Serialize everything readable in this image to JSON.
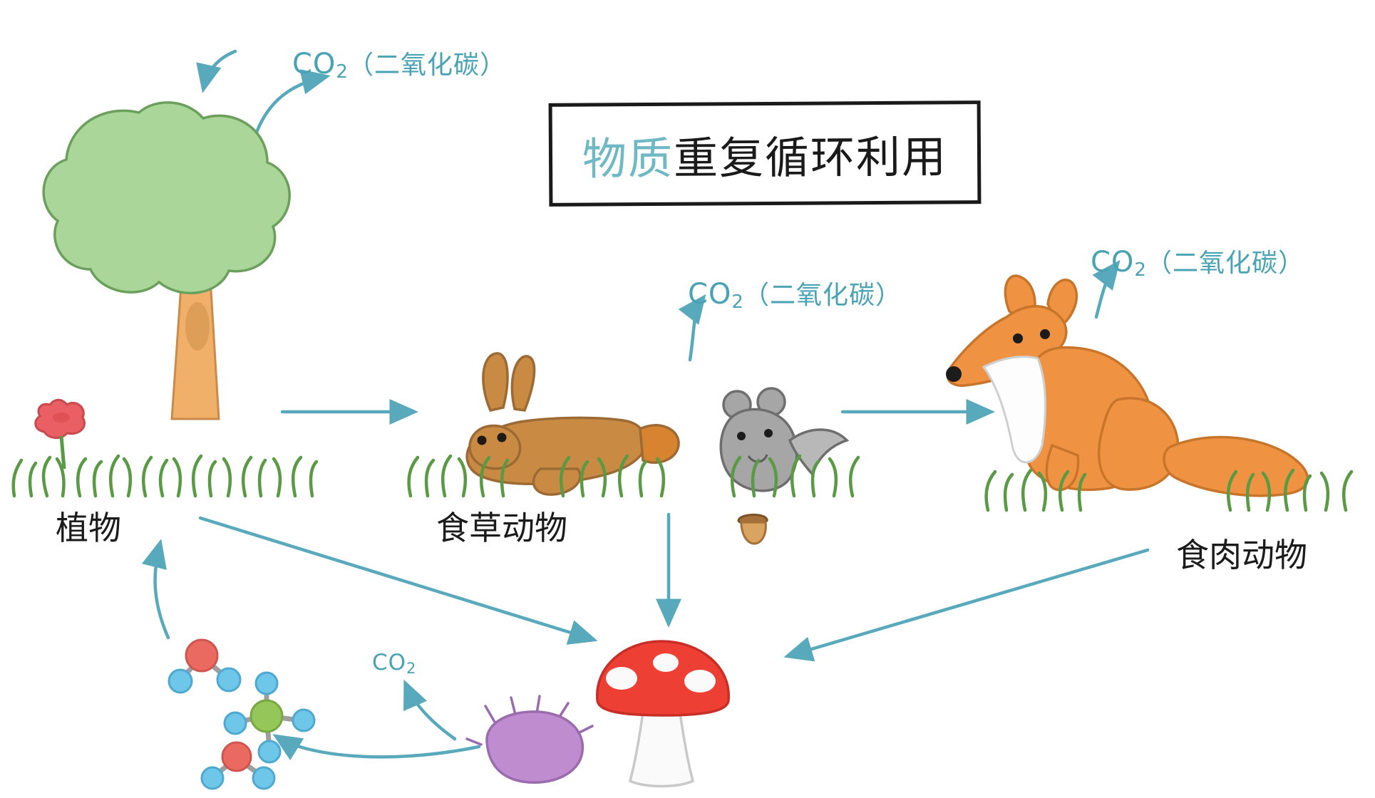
{
  "diagram": {
    "type": "ecosystem-matter-cycle",
    "style": "hand-drawn illustration",
    "background_color": "#ffffff",
    "accent_color": "#4aa3b5",
    "title_highlight_color": "#6fb9c4"
  },
  "title": {
    "highlight": "物质",
    "rest": "重复循环利用",
    "full": "物质重复循环利用"
  },
  "nodes": [
    {
      "id": "plant",
      "label": "植物"
    },
    {
      "id": "herbivore",
      "label": "食草动物"
    },
    {
      "id": "carnivore",
      "label": "食肉动物"
    }
  ],
  "co2_labels": [
    {
      "id": "co2-plant",
      "formula": "CO",
      "sub": "2",
      "chinese": "（二氧化碳）"
    },
    {
      "id": "co2-herbivore",
      "formula": "CO",
      "sub": "2",
      "chinese": "（二氧化碳）"
    },
    {
      "id": "co2-carnivore",
      "formula": "CO",
      "sub": "2",
      "chinese": "（二氧化碳）"
    },
    {
      "id": "co2-decomposer",
      "formula": "CO",
      "sub": "2",
      "chinese": ""
    }
  ],
  "molecules": [
    {
      "id": "water",
      "center_color": "#e8685f",
      "atom_color": "#5bc0de",
      "atoms": 2
    },
    {
      "id": "methane",
      "center_color": "#8cc152",
      "atom_color": "#5bc0de",
      "atoms": 4
    },
    {
      "id": "water-2",
      "center_color": "#e8685f",
      "atom_color": "#5bc0de",
      "atoms": 2
    }
  ],
  "organisms": [
    {
      "id": "tree",
      "name": "tree-illustration"
    },
    {
      "id": "flower",
      "name": "flower-illustration"
    },
    {
      "id": "grass",
      "name": "grass-illustration"
    },
    {
      "id": "rabbit",
      "name": "rabbit-illustration"
    },
    {
      "id": "mouse",
      "name": "mouse-illustration"
    },
    {
      "id": "acorn",
      "name": "acorn-illustration"
    },
    {
      "id": "fox",
      "name": "fox-illustration"
    },
    {
      "id": "mushroom",
      "name": "mushroom-illustration"
    },
    {
      "id": "bacteria",
      "name": "bacteria-illustration"
    }
  ],
  "arrows": [
    {
      "id": "arrow-plant-to-herbivore",
      "from": "plant",
      "to": "herbivore"
    },
    {
      "id": "arrow-herbivore-to-carnivore",
      "from": "herbivore",
      "to": "carnivore"
    },
    {
      "id": "arrow-plant-to-decomposer",
      "from": "plant",
      "to": "decomposer"
    },
    {
      "id": "arrow-herbivore-to-decomposer",
      "from": "herbivore",
      "to": "decomposer"
    },
    {
      "id": "arrow-carnivore-to-decomposer",
      "from": "carnivore",
      "to": "decomposer"
    },
    {
      "id": "arrow-decomposer-to-molecules",
      "from": "decomposer",
      "to": "molecules"
    },
    {
      "id": "arrow-molecules-to-plant",
      "from": "molecules",
      "to": "plant"
    },
    {
      "id": "arrow-co2-plant",
      "from": "plant",
      "to": "co2"
    },
    {
      "id": "arrow-co2-to-plant",
      "from": "co2",
      "to": "plant"
    },
    {
      "id": "arrow-co2-herbivore",
      "from": "herbivore",
      "to": "co2"
    },
    {
      "id": "arrow-co2-carnivore",
      "from": "carnivore",
      "to": "co2"
    },
    {
      "id": "arrow-co2-decomposer",
      "from": "decomposer",
      "to": "co2"
    }
  ]
}
